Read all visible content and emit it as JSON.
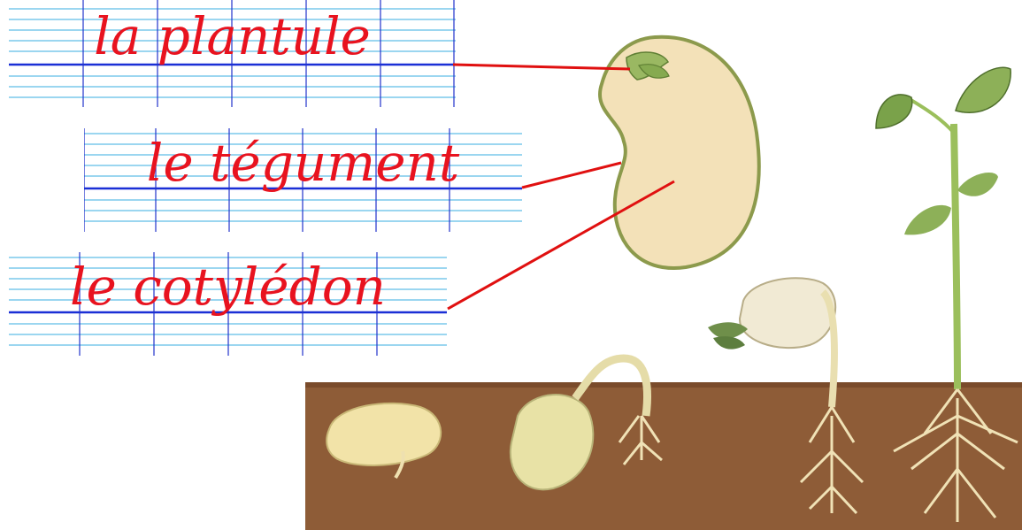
{
  "labels": [
    {
      "id": "plantule",
      "text": "la plantule"
    },
    {
      "id": "tegument",
      "text": "le tégument"
    },
    {
      "id": "cotyledon",
      "text": "le cotylédon"
    }
  ],
  "colors": {
    "label_text": "#e8131f",
    "pointer_line": "#e01010",
    "ruling_light": "#5fbde8",
    "ruling_base": "#1a2fd6",
    "ruling_margin": "#2233cc",
    "seed_fill": "#f5e3bd",
    "seed_coat": "#8a9a4a",
    "leaf": "#7aa64a",
    "soil": "#8a5a35",
    "root": "#efe0b8"
  }
}
